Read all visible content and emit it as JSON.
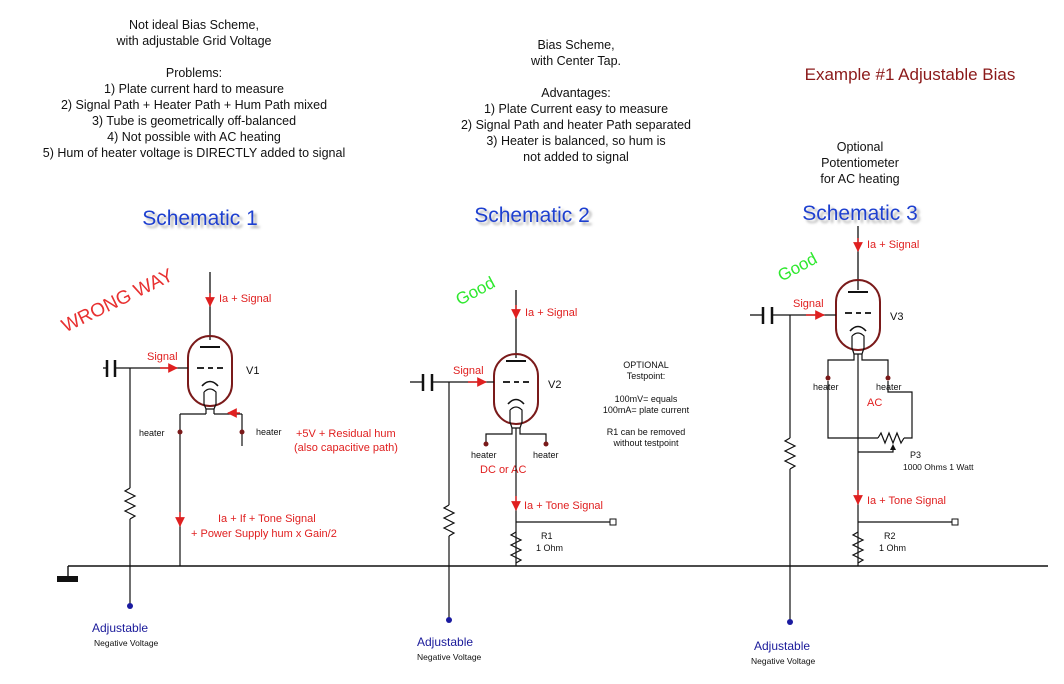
{
  "notes": {
    "n1": {
      "title": [
        "Not ideal Bias Scheme,",
        "with adjustable Grid Voltage"
      ],
      "problems_heading": "Problems:",
      "problems": [
        "1) Plate current  hard to measure",
        "2) Signal Path + Heater Path + Hum Path mixed",
        "3) Tube is geometrically off-balanced",
        "4) Not possible with AC heating",
        "5) Hum of heater voltage is DIRECTLY added to signal"
      ]
    },
    "n2": {
      "title": [
        "Bias Scheme,",
        "with Center Tap."
      ],
      "advantages_heading": "Advantages:",
      "advantages": [
        "1) Plate Current easy to measure",
        "2) Signal Path and heater Path separated",
        "3) Heater is balanced,  so hum is",
        "not added to signal"
      ]
    },
    "example_title": "Example #1   Adjustable Bias",
    "optional_pot": [
      "Optional",
      "Potentiometer",
      "for AC heating"
    ]
  },
  "schematics": {
    "s1": {
      "title": "Schematic 1",
      "verdict": "WRONG WAY",
      "plate_label": "Ia + Signal",
      "signal_label": "Signal",
      "tube": "V1",
      "heater_left": "heater",
      "heater_right": "heater",
      "hum_note": [
        "+5V + Residual hum",
        "(also capacitive path)"
      ],
      "cathode_note": [
        "Ia + If + Tone Signal",
        "+ Power Supply hum x Gain/2"
      ],
      "adj_label": "Adjustable",
      "adj_sub": "Negative Voltage"
    },
    "s2": {
      "title": "Schematic 2",
      "verdict": "Good",
      "plate_label": "Ia + Signal",
      "signal_label": "Signal",
      "tube": "V2",
      "heater_left": "heater",
      "heater_right": "heater",
      "heater_type": "DC or AC",
      "optional_note": [
        "OPTIONAL",
        "Testpoint:",
        "",
        "100mV=  equals",
        "100mA= plate current",
        "",
        "R1 can be removed",
        "without testpoint"
      ],
      "cathode_label": "Ia + Tone Signal",
      "resistor": "R1",
      "resistor_value": "1 Ohm",
      "adj_label": "Adjustable",
      "adj_sub": "Negative Voltage"
    },
    "s3": {
      "title": "Schematic 3",
      "verdict": "Good",
      "plate_label": "Ia + Signal",
      "signal_label": "Signal",
      "tube": "V3",
      "heater_left": "heater",
      "heater_right": "heater",
      "heater_type": "AC",
      "pot": "P3",
      "pot_value": "1000 Ohms 1 Watt",
      "cathode_label": "Ia + Tone Signal",
      "resistor": "R2",
      "resistor_value": "1 Ohm",
      "adj_label": "Adjustable",
      "adj_sub": "Negative Voltage"
    }
  },
  "colors": {
    "wire": "#111111",
    "tube": "#7a1a1a",
    "signal_red": "#e02020",
    "title_blue": "#1f3fd0",
    "good_green": "#2ee82e",
    "example_maroon": "#8b1a1a",
    "adjustable_blue": "#1a1a9a"
  }
}
